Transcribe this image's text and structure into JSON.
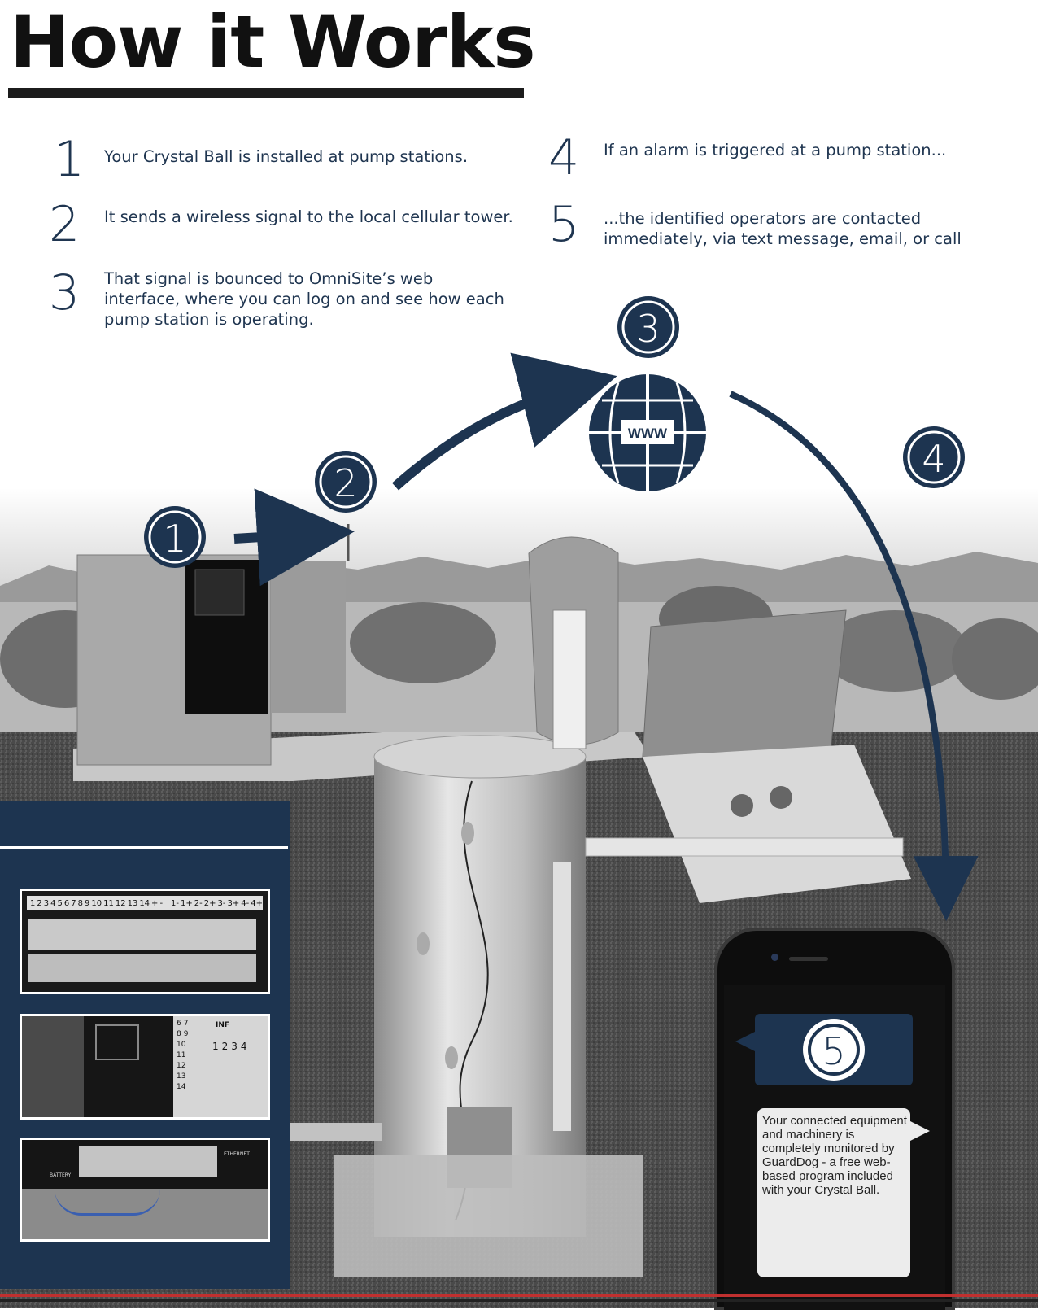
{
  "page": {
    "title": "How it Works"
  },
  "steps": [
    {
      "number": "1",
      "text": "Your Crystal Ball is installed at pump stations."
    },
    {
      "number": "2",
      "text": "It sends a wireless signal to the local cellular tower."
    },
    {
      "number": "3",
      "text": "That signal is bounced to OmniSite’s web interface, where you can log on and see how each pump station is operating."
    },
    {
      "number": "4",
      "text": "If an alarm is triggered at a pump station..."
    },
    {
      "number": "5",
      "text": "...the identified operators are contacted immediately, via text message, email, or call"
    }
  ],
  "diagram": {
    "badges": [
      "1",
      "2",
      "3",
      "4",
      "5"
    ],
    "globe_label": "WWW",
    "phone_message": "Your connected equipment and machinery is completely monitored by GuardDog - a free web-based program included with your Crystal Ball."
  },
  "thumbnails": {
    "terminal_strip_labels": [
      "1",
      "2",
      "3",
      "4",
      "5",
      "6",
      "7",
      "8",
      "9",
      "10",
      "11",
      "12",
      "13",
      "14",
      "+",
      "-"
    ],
    "aux_labels": [
      "1-",
      "1+",
      "2-",
      "2+",
      "3-",
      "3+",
      "4-",
      "4+"
    ],
    "side_labels": [
      "6",
      "7",
      "8",
      "9",
      "10",
      "11",
      "12",
      "13",
      "14"
    ],
    "grid_labels": [
      "1",
      "2",
      "3",
      "4"
    ],
    "battery_label": "BATTERY",
    "ethernet_label": "ETHERNET",
    "inf_label": "INF"
  },
  "colors": {
    "navy": "#1d3450",
    "text": "#1f3550",
    "accent_red": "#c0302f"
  }
}
